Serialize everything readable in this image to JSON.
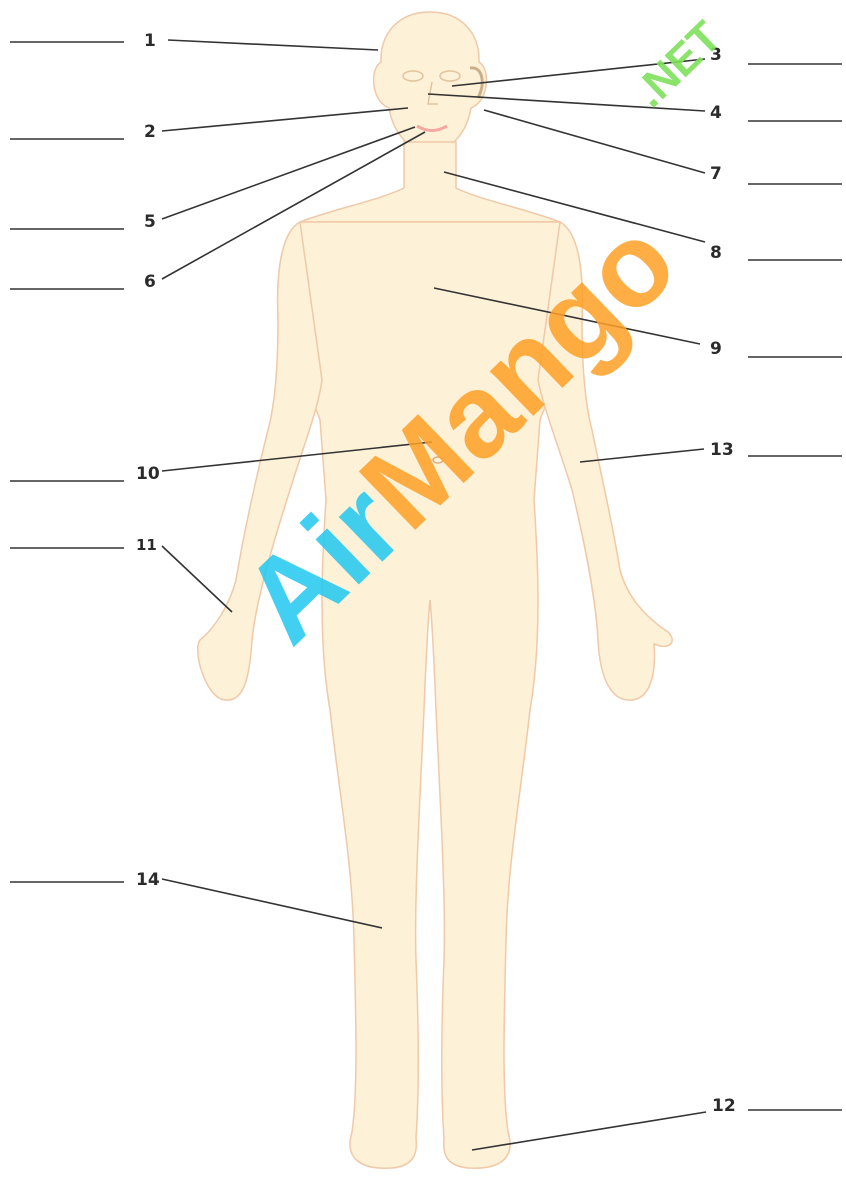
{
  "labels": {
    "l1": "1",
    "l2": "2",
    "l3": "3",
    "l4": "4",
    "l5": "5",
    "l6": "6",
    "l7": "7",
    "l8": "8",
    "l9": "9",
    "l10": "10",
    "l11": "11",
    "l12": "12",
    "l13": "13",
    "l14": "14"
  },
  "watermark": {
    "main": "AirMango",
    "suffix": ".NET",
    "colors": {
      "air": "#20c8f0",
      "mango": "#ffa126",
      "net": "#7ee05a"
    }
  },
  "colors": {
    "skin": "#fdf1d7",
    "outline": "#f0c9a8",
    "leader": "#333333",
    "blank": "#333333"
  }
}
